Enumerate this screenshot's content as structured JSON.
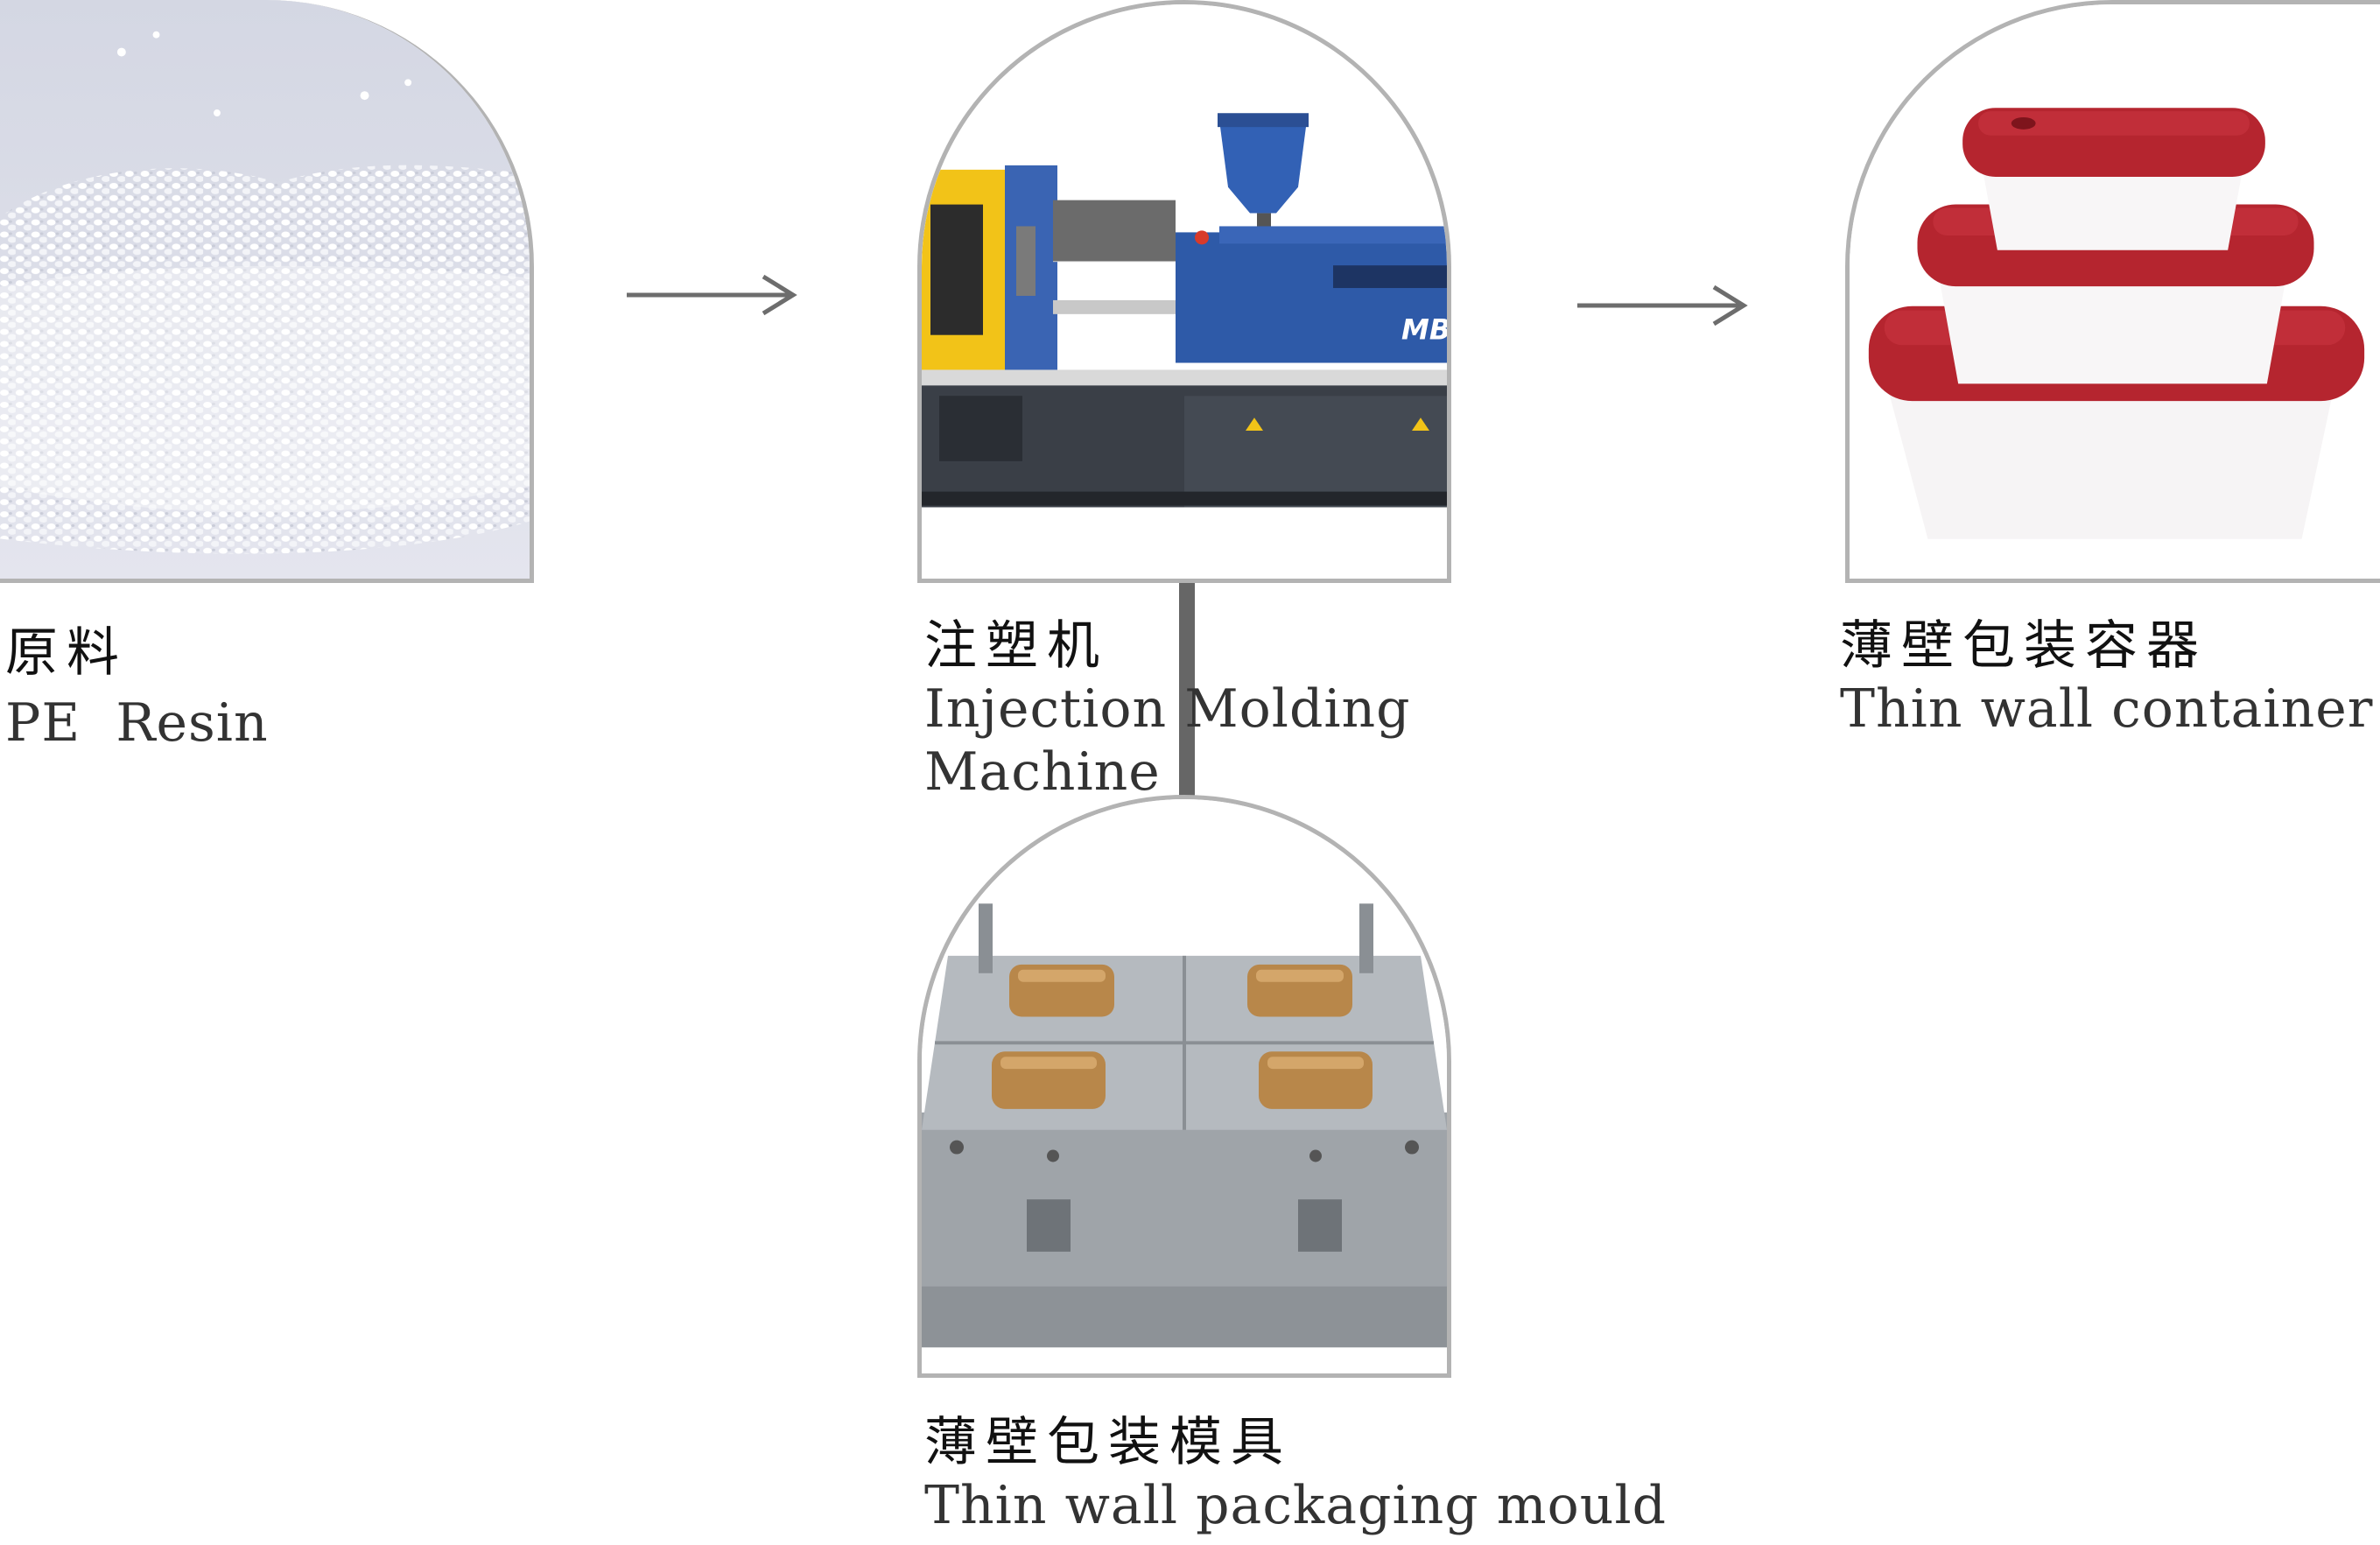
{
  "nodes": {
    "resin": {
      "zh": "原料",
      "en": "PE  Resin"
    },
    "machine": {
      "zh": "注塑机",
      "en_line1": "Injection Molding",
      "en_line2": "Machine",
      "brand_mark": "MB"
    },
    "container": {
      "zh": "薄壁包装容器",
      "en": "Thin wall container"
    },
    "mould": {
      "zh": "薄壁包装模具",
      "en": "Thin wall packaging mould"
    }
  },
  "icons": [
    "right-arrow-icon",
    "right-arrow-icon"
  ],
  "colors": {
    "frame": "#b3b3b3",
    "arrow": "#6d6d6d",
    "connector": "#666666",
    "machine_blue": "#2e5aa8",
    "machine_yellow": "#f2c318",
    "lid_red": "#b5252f",
    "mould_gray": "#a8adb2",
    "mould_gold": "#b8874a"
  }
}
